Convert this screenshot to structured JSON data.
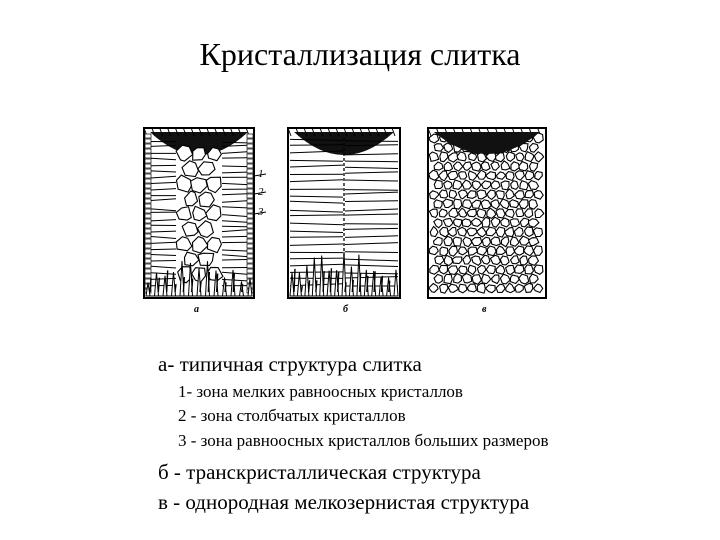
{
  "title": "Кристаллизация слитка",
  "figure": {
    "panel_labels": [
      "а",
      "б",
      "в"
    ],
    "zone_labels": [
      "1",
      "2",
      "3"
    ]
  },
  "legend": {
    "a": "а- типичная структура слитка",
    "a1": "1- зона  мелких равноосных кристаллов",
    "a2": "2 - зона  столбчатых кристаллов",
    "a3": "3 - зона равноосных кристаллов больших размеров",
    "b": "б - транскристаллическая структура",
    "c": "в - однородная мелкозернистая структура"
  }
}
